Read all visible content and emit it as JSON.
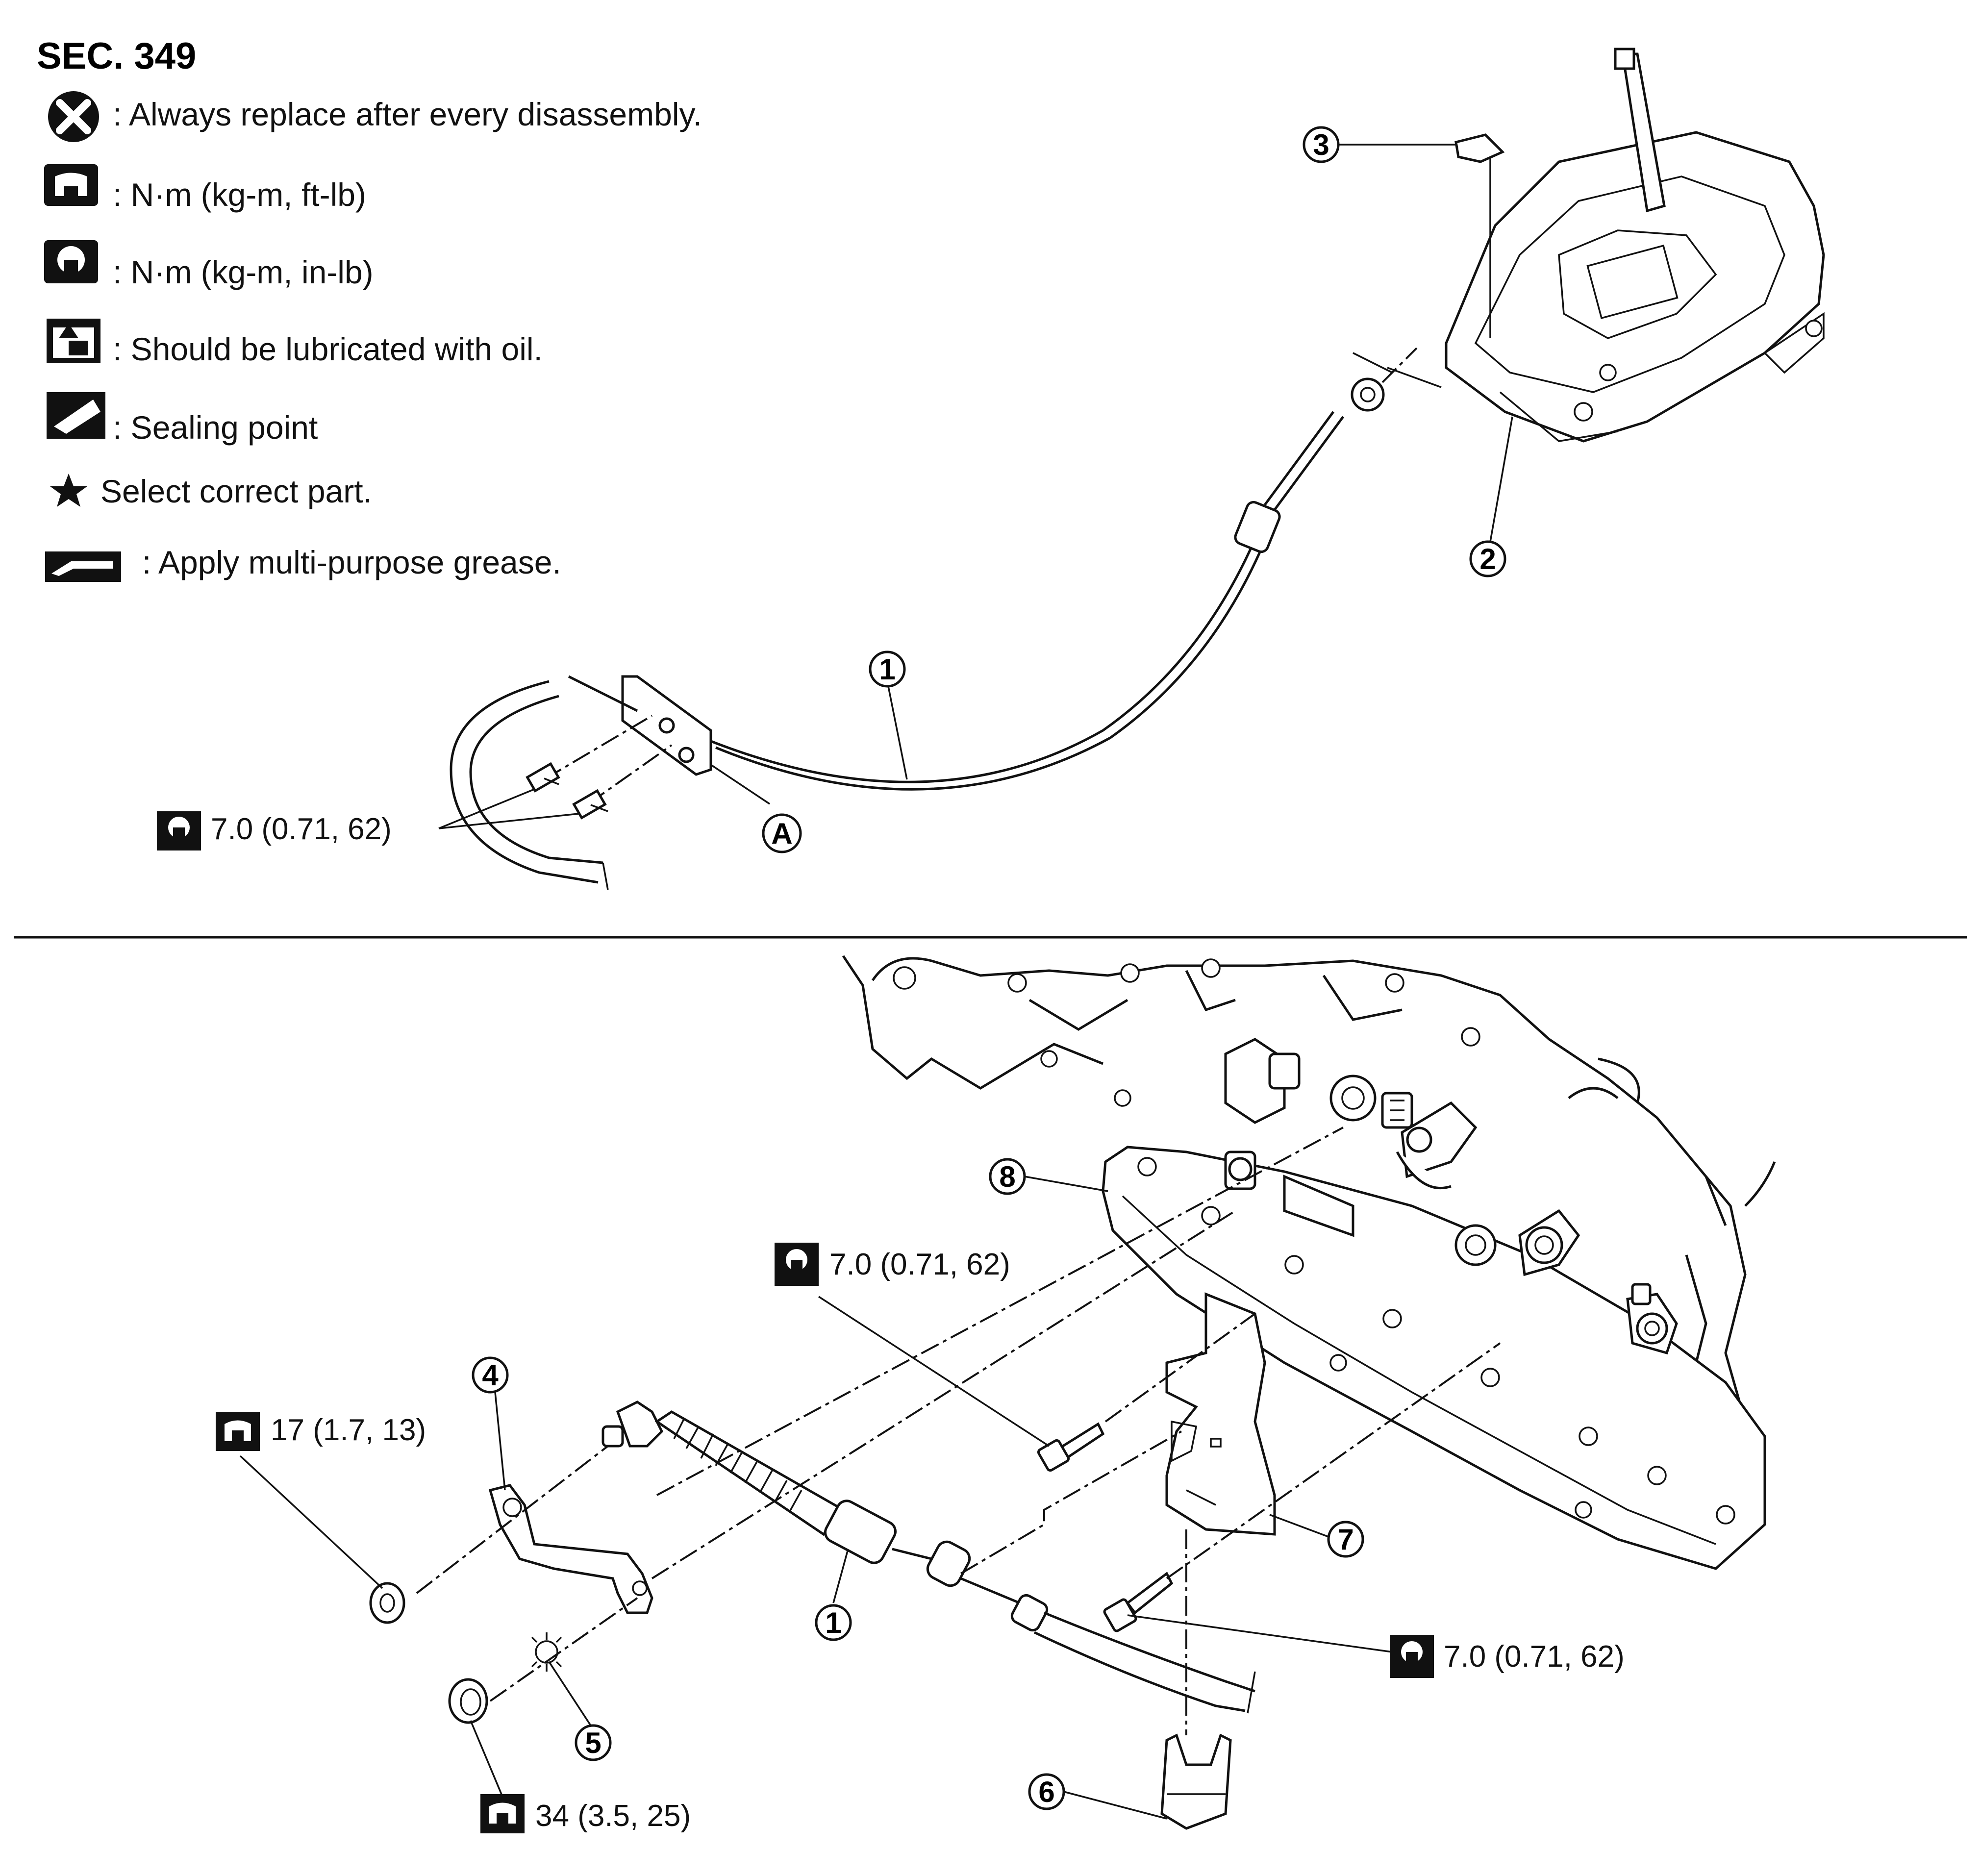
{
  "section": {
    "title": "SEC. 349"
  },
  "legend": {
    "items": [
      {
        "icon": "replace-x-icon",
        "text": ": Always replace after every disassembly."
      },
      {
        "icon": "torque-ftlb-icon",
        "text": ": N·m (kg-m, ft-lb)"
      },
      {
        "icon": "torque-inlb-icon",
        "text": ": N·m (kg-m, in-lb)"
      },
      {
        "icon": "oil-can-icon",
        "text": ": Should be lubricated with oil."
      },
      {
        "icon": "sealing-icon",
        "text": ": Sealing point"
      },
      {
        "icon": "star-icon",
        "text": "Select correct part."
      },
      {
        "icon": "grease-icon",
        "text": ": Apply multi-purpose grease."
      }
    ]
  },
  "callouts": {
    "c1_top": "1",
    "c2": "2",
    "c3": "3",
    "cA": "A",
    "c8": "8",
    "c4": "4",
    "c1_bottom": "1",
    "c7": "7",
    "c5": "5",
    "c6": "6"
  },
  "torques": {
    "t_top_left": "7.0 (0.71, 62)",
    "t_mid": "7.0 (0.71, 62)",
    "t_17": "17 (1.7, 13)",
    "t_right": "7.0 (0.71, 62)",
    "t_34": "34 (3.5, 25)"
  }
}
